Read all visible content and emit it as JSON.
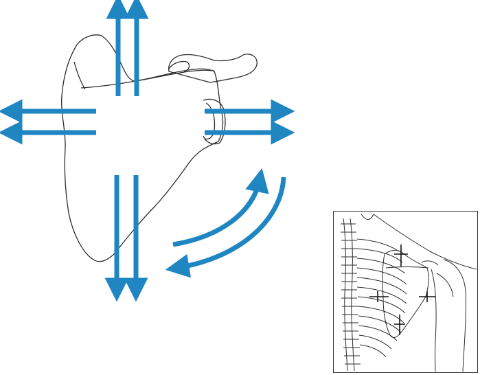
{
  "figure": {
    "subject": "scapula",
    "arrow_color": "#1f86c2",
    "outline_color": "#2b2b2b",
    "motions": [
      {
        "name": "elevation",
        "direction": "up"
      },
      {
        "name": "depression",
        "direction": "down"
      },
      {
        "name": "retraction",
        "direction": "left"
      },
      {
        "name": "protraction",
        "direction": "right"
      },
      {
        "name": "upward-rotation",
        "direction": "counterclockwise"
      },
      {
        "name": "downward-rotation",
        "direction": "clockwise"
      }
    ],
    "inset": {
      "subject": "posterior-thorax-with-scapula",
      "has_crosshair_markers": true
    }
  }
}
